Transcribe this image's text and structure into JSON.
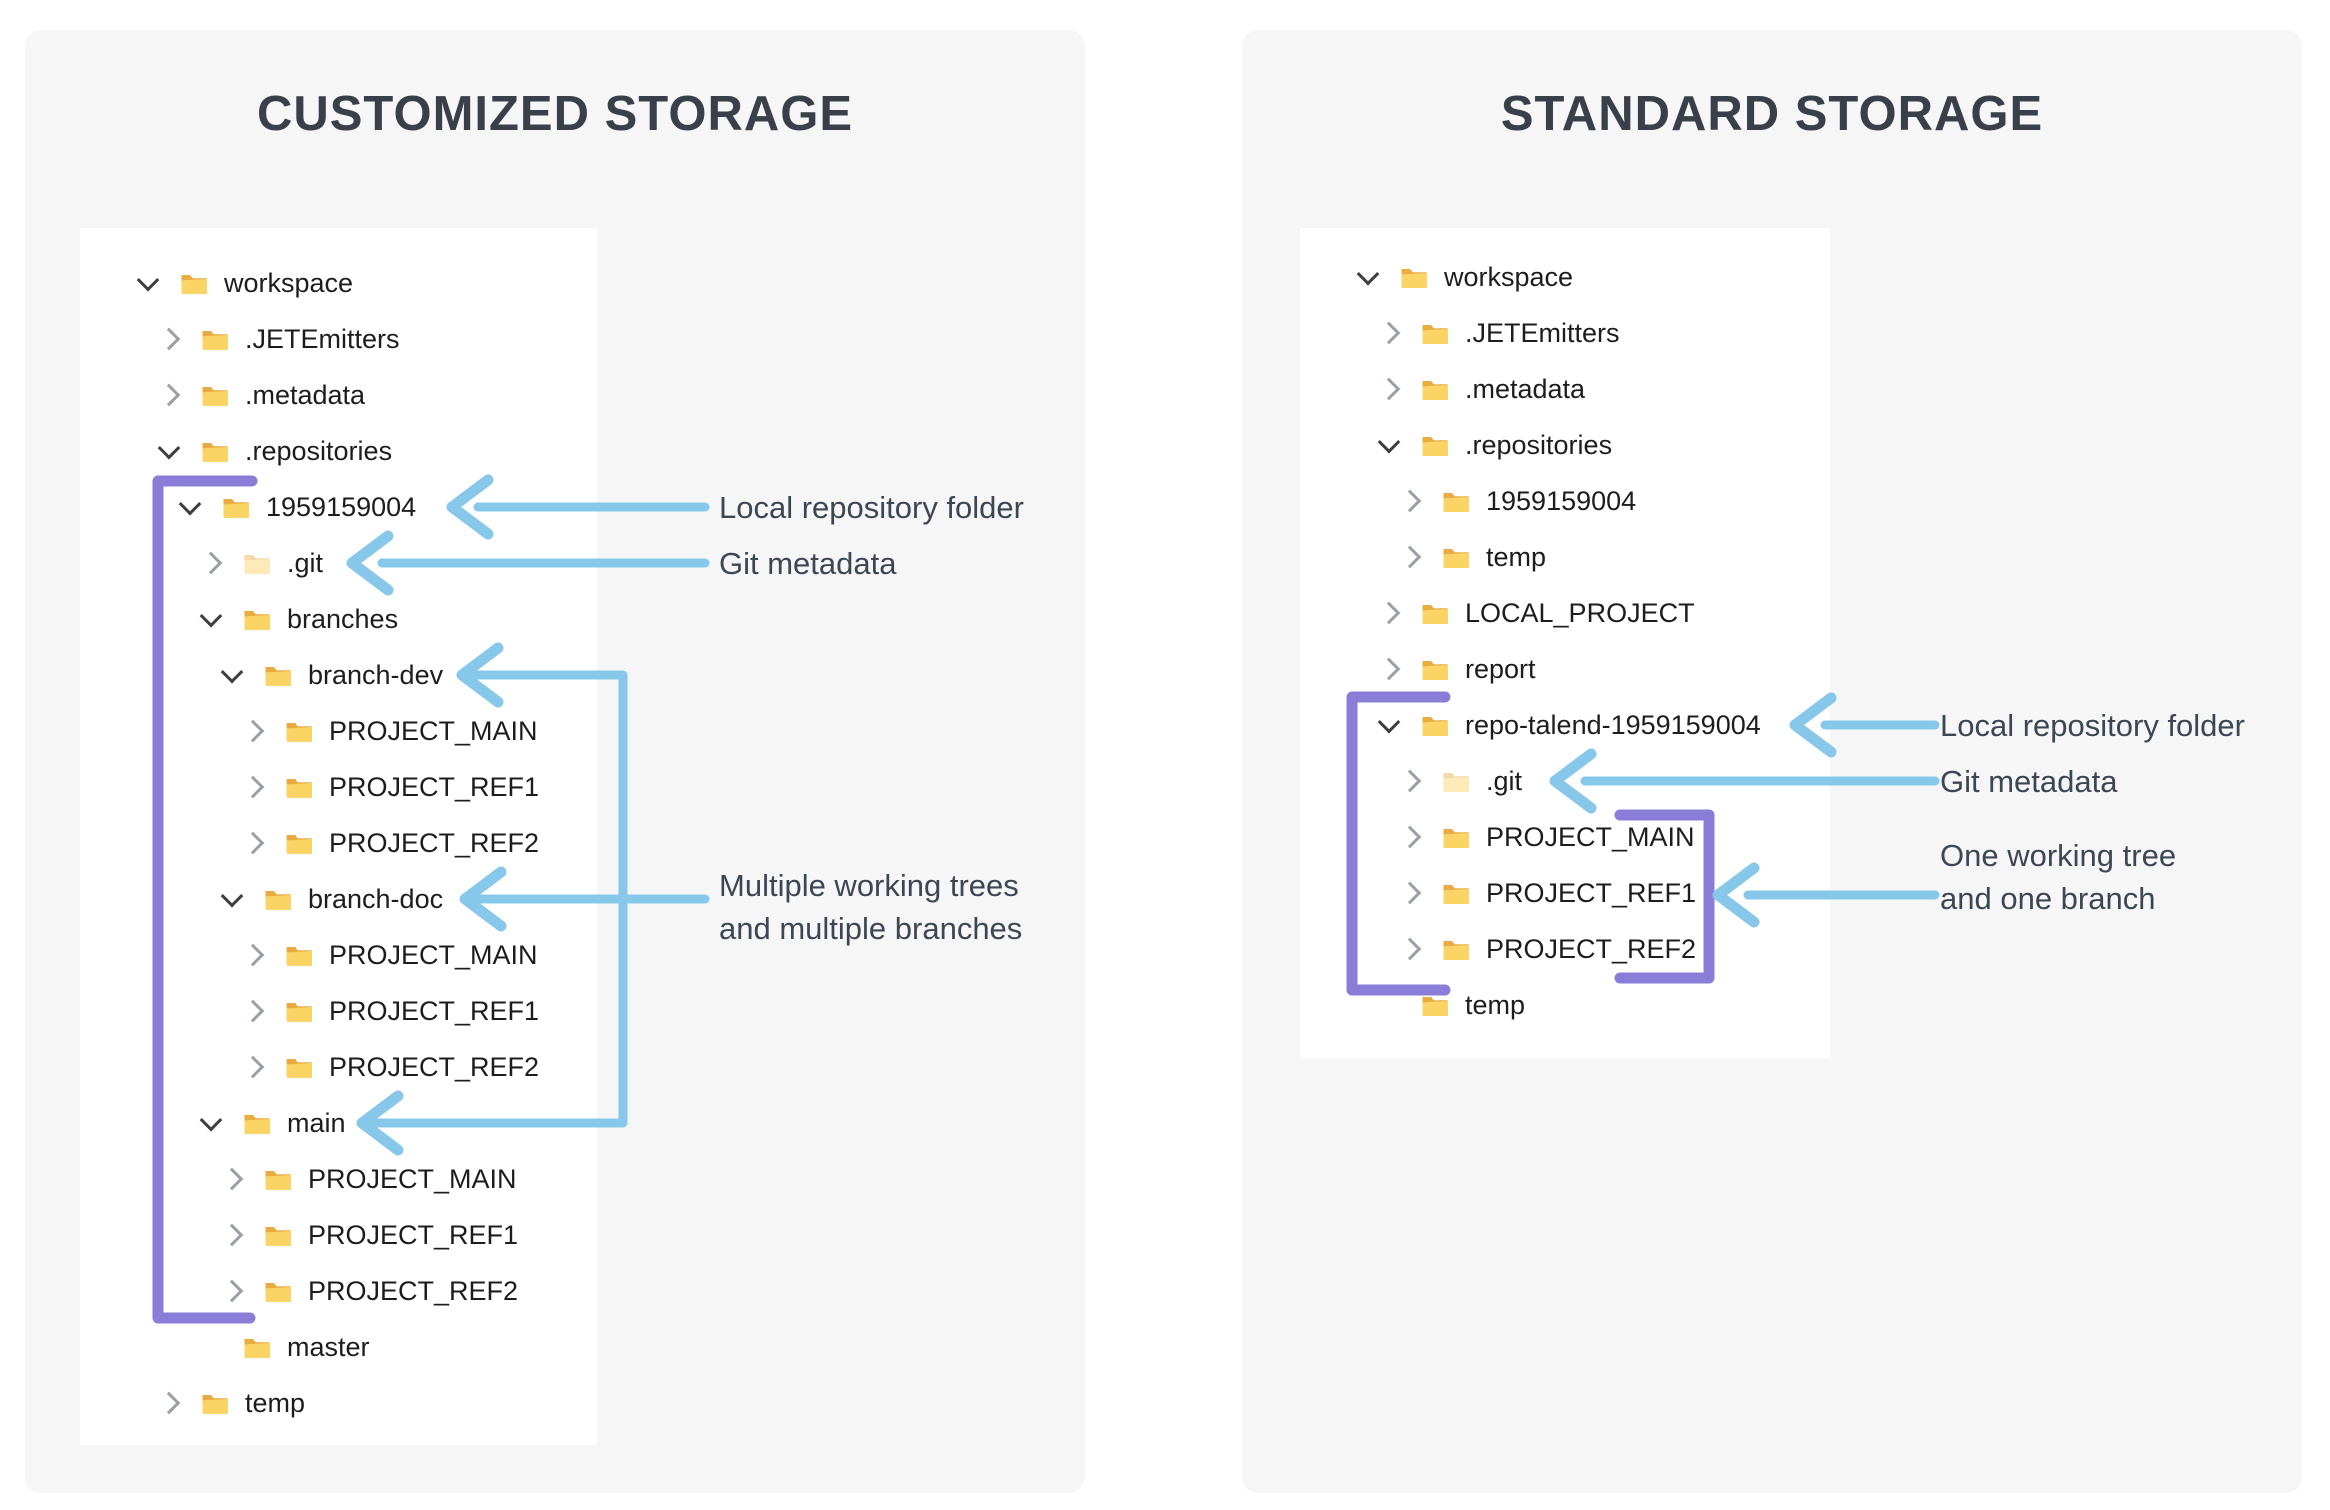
{
  "left_panel": {
    "title": "CUSTOMIZED STORAGE",
    "tree": [
      {
        "label": "workspace",
        "level": 0,
        "state": "open"
      },
      {
        "label": ".JETEmitters",
        "level": 1,
        "state": "closed"
      },
      {
        "label": ".metadata",
        "level": 1,
        "state": "closed"
      },
      {
        "label": ".repositories",
        "level": 1,
        "state": "open"
      },
      {
        "label": "1959159004",
        "level": 2,
        "state": "open"
      },
      {
        "label": ".git",
        "level": 3,
        "state": "closed",
        "faded": true
      },
      {
        "label": "branches",
        "level": 3,
        "state": "open"
      },
      {
        "label": "branch-dev",
        "level": 4,
        "state": "open"
      },
      {
        "label": "PROJECT_MAIN",
        "level": 5,
        "state": "closed"
      },
      {
        "label": "PROJECT_REF1",
        "level": 5,
        "state": "closed"
      },
      {
        "label": "PROJECT_REF2",
        "level": 5,
        "state": "closed"
      },
      {
        "label": "branch-doc",
        "level": 4,
        "state": "open"
      },
      {
        "label": "PROJECT_MAIN",
        "level": 5,
        "state": "closed"
      },
      {
        "label": "PROJECT_REF1",
        "level": 5,
        "state": "closed"
      },
      {
        "label": "PROJECT_REF2",
        "level": 5,
        "state": "closed"
      },
      {
        "label": "main",
        "level": 3,
        "state": "open"
      },
      {
        "label": "PROJECT_MAIN",
        "level": 4,
        "state": "closed"
      },
      {
        "label": "PROJECT_REF1",
        "level": 4,
        "state": "closed"
      },
      {
        "label": "PROJECT_REF2",
        "level": 4,
        "state": "closed"
      },
      {
        "label": "master",
        "level": 3,
        "state": "none"
      },
      {
        "label": "temp",
        "level": 1,
        "state": "closed"
      }
    ],
    "annotations": [
      {
        "lines": [
          "Local repository folder"
        ]
      },
      {
        "lines": [
          "Git metadata"
        ]
      },
      {
        "lines": [
          "Multiple working trees",
          "and multiple branches"
        ]
      }
    ]
  },
  "right_panel": {
    "title": "STANDARD STORAGE",
    "tree": [
      {
        "label": "workspace",
        "level": 0,
        "state": "open"
      },
      {
        "label": ".JETEmitters",
        "level": 1,
        "state": "closed"
      },
      {
        "label": ".metadata",
        "level": 1,
        "state": "closed"
      },
      {
        "label": ".repositories",
        "level": 1,
        "state": "open"
      },
      {
        "label": "1959159004",
        "level": 2,
        "state": "closed"
      },
      {
        "label": "temp",
        "level": 2,
        "state": "closed"
      },
      {
        "label": "LOCAL_PROJECT",
        "level": 1,
        "state": "closed"
      },
      {
        "label": "report",
        "level": 1,
        "state": "closed"
      },
      {
        "label": "repo-talend-1959159004",
        "level": 1,
        "state": "open"
      },
      {
        "label": ".git",
        "level": 2,
        "state": "closed",
        "faded": true
      },
      {
        "label": "PROJECT_MAIN",
        "level": 2,
        "state": "closed"
      },
      {
        "label": "PROJECT_REF1",
        "level": 2,
        "state": "closed"
      },
      {
        "label": "PROJECT_REF2",
        "level": 2,
        "state": "closed"
      },
      {
        "label": "temp",
        "level": 1,
        "state": "none"
      }
    ],
    "annotations": [
      {
        "lines": [
          "Local repository folder"
        ]
      },
      {
        "lines": [
          "Git metadata"
        ]
      },
      {
        "lines": [
          "One working tree",
          "and one branch"
        ]
      }
    ]
  },
  "colors": {
    "arrow_blue": "#87c8ea",
    "bracket_purple": "#897dd8",
    "card_background": "#f6f6f7",
    "title_text": "#394049",
    "annotation_text": "#3d4754",
    "tree_text": "#1d1d1d",
    "folder_front": "#fad566",
    "folder_back": "#e8ac42"
  }
}
